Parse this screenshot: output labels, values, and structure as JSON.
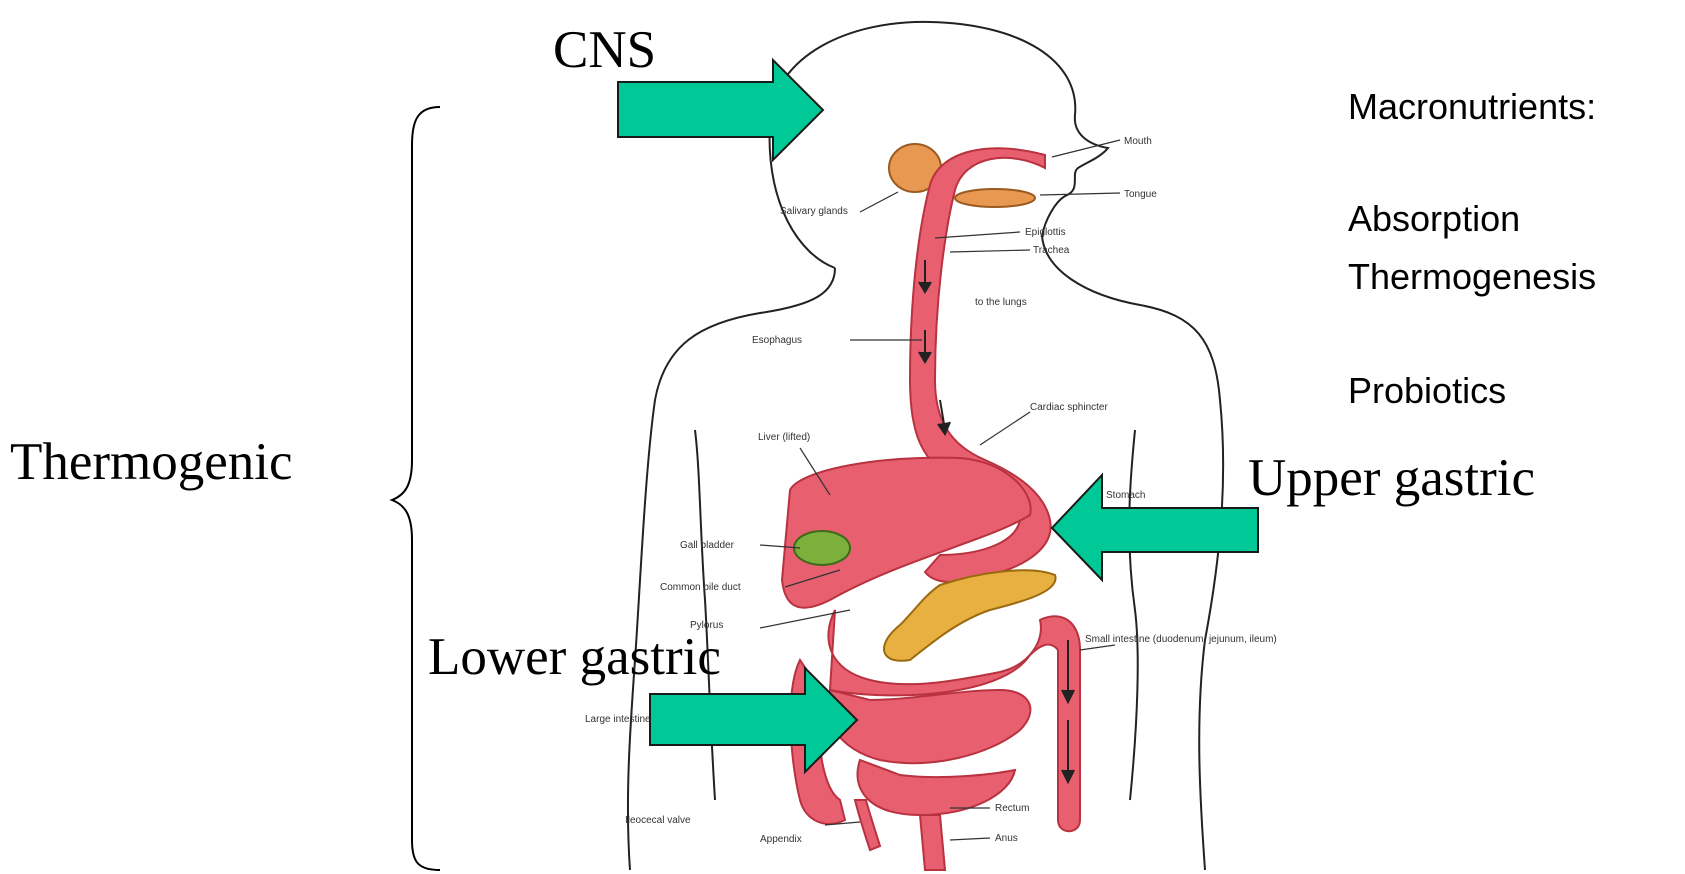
{
  "labels": {
    "cns": "CNS",
    "thermogenic": "Thermogenic",
    "upper_gastric": "Upper gastric",
    "lower_gastric": "Lower gastric"
  },
  "side_list": {
    "items": [
      "Macronutrients:",
      "Absorption",
      "Thermogenesis",
      "Probiotics"
    ]
  },
  "anatomy_labels": {
    "mouth": "Mouth",
    "tongue": "Tongue",
    "salivary_glands": "Salivary glands",
    "epiglottis": "Epiglottis",
    "trachea": "Trachea",
    "to_lungs": "to the lungs",
    "esophagus": "Esophagus",
    "cardiac_sphincter": "Cardiac sphincter",
    "liver": "Liver (lifted)",
    "stomach": "Stomach",
    "gall_bladder": "Gall bladder",
    "common_bile_duct": "Common bile duct",
    "pylorus": "Pylorus",
    "small_intestine": "Small intestine (duodenum, jejunum, ileum)",
    "large_intestine": "Large intestine",
    "ileocecal_valve": "Ileocecal valve",
    "appendix": "Appendix",
    "rectum": "Rectum",
    "anus": "Anus"
  },
  "colors": {
    "arrow": "#00c896",
    "organ": "#e8606f",
    "organ_dark": "#b8323f",
    "gall": "#7bb03c",
    "pancreas": "#e8b040",
    "salivary": "#e89850"
  }
}
